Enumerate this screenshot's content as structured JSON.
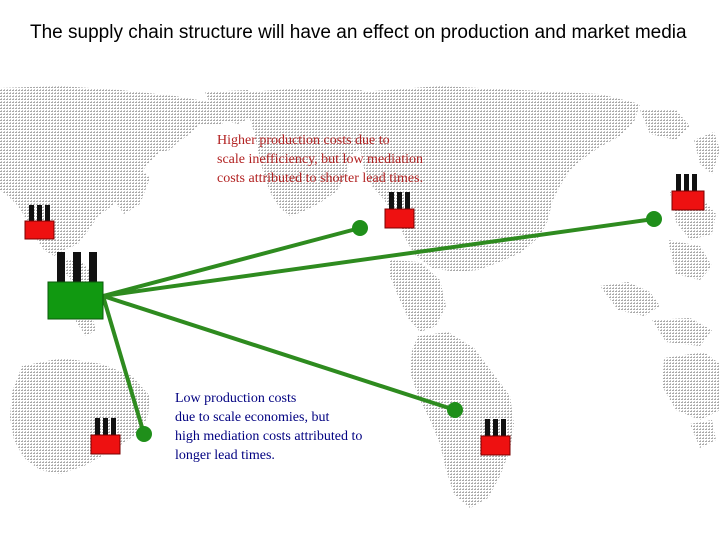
{
  "title": "The supply chain structure will have an effect on production and market media",
  "colors": {
    "line": "#2e8b1f",
    "node": "#1f8f1a",
    "central_factory": "#119911",
    "small_factory": "#ee1111",
    "chimney": "#111111",
    "map_hatch": "#9a9a9a",
    "note_top_text": "#b22222",
    "note_bottom_text": "#000080"
  },
  "annotations": {
    "top": {
      "lines": [
        "Higher production costs due to",
        "scale inefficiency, but low mediation",
        "costs attributed to shorter lead times."
      ]
    },
    "bottom": {
      "lines": [
        "Low production costs",
        "due to scale economies, but",
        "high mediation costs attributed to",
        "longer lead times."
      ]
    }
  },
  "icons": {
    "central": "factory-icon",
    "small": "factory-icon",
    "endpoint": "circle-node-icon",
    "background": "world-map-icon"
  }
}
